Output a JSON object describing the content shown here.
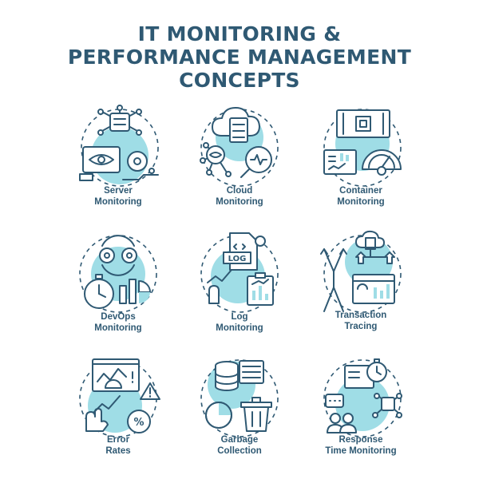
{
  "title": {
    "line1": "IT MONITORING &",
    "line2": "PERFORMANCE MANAGEMENT",
    "line3": "CONCEPTS"
  },
  "colors": {
    "primary": "#2f5973",
    "accent": "#9fdde6",
    "background": "#ffffff"
  },
  "concepts": [
    {
      "icon": "server-monitoring-icon",
      "line1": "Server",
      "line2": "Monitoring"
    },
    {
      "icon": "cloud-monitoring-icon",
      "line1": "Cloud",
      "line2": "Monitoring"
    },
    {
      "icon": "container-monitoring-icon",
      "line1": "Container",
      "line2": "Monitoring"
    },
    {
      "icon": "devops-monitoring-icon",
      "line1": "DevOps",
      "line2": "Monitoring"
    },
    {
      "icon": "log-monitoring-icon",
      "line1": "Log",
      "line2": "Monitoring"
    },
    {
      "icon": "transaction-tracing-icon",
      "line1": "Transaction",
      "line2": "Tracing"
    },
    {
      "icon": "error-rates-icon",
      "line1": "Error",
      "line2": "Rates"
    },
    {
      "icon": "garbage-collection-icon",
      "line1": "Garbage",
      "line2": "Collection"
    },
    {
      "icon": "response-time-monitoring-icon",
      "line1": "Response",
      "line2": "Time Monitoring"
    }
  ],
  "icon_text": {
    "log_file": "LOG"
  }
}
